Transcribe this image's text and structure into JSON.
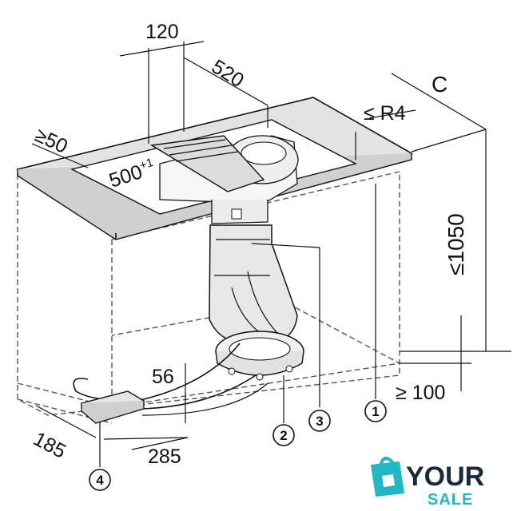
{
  "dimensions": {
    "d120": "120",
    "d520": "520",
    "dC": "C",
    "dR4": "≤ R4",
    "d50": "≥50",
    "d500": "500",
    "d500_sup": "+1",
    "d1050": "≤1050",
    "d100": "≥ 100",
    "d56": "56",
    "d185": "185",
    "d285": "285"
  },
  "callouts": [
    "1",
    "2",
    "3",
    "4"
  ],
  "logo": {
    "top": "YOUR",
    "bottom": "SALE"
  },
  "colors": {
    "ink": "#111111",
    "logo_dark": "#1b2a3a",
    "logo_accent": "#21b7c4"
  }
}
